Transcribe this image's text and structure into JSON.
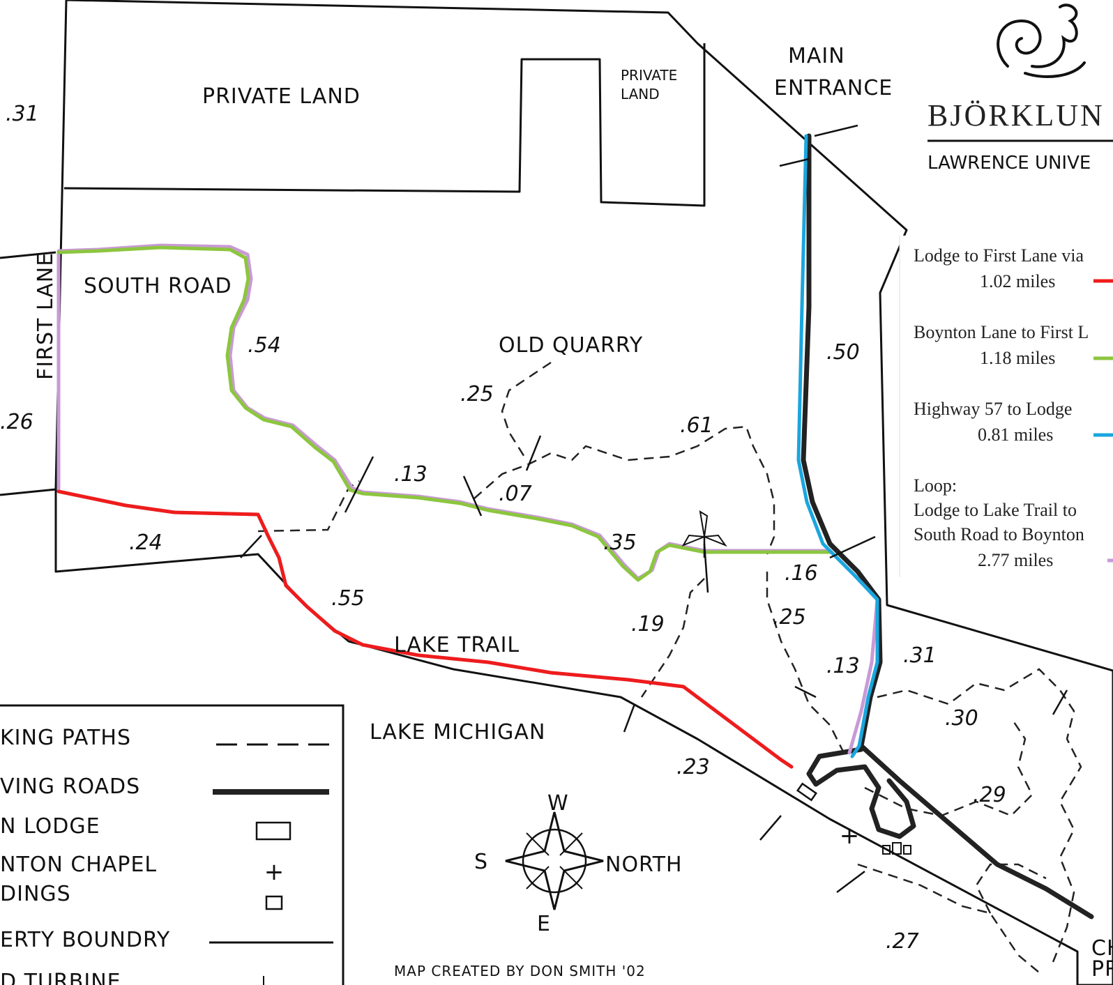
{
  "title": "BJÖRKLUN",
  "subtitle": "LAWRENCE UNIVE",
  "labels": {
    "private_land_1": "PRIVATE LAND",
    "private_land_2_line1": "PRIVATE",
    "private_land_2_line2": "LAND",
    "main_entrance_line1": "MAIN",
    "main_entrance_line2": "ENTRANCE",
    "first_lane": "FIRST LANE",
    "south_road": "SOUTH ROAD",
    "old_quarry": "OLD QUARRY",
    "lake_trail": "LAKE TRAIL",
    "lake_michigan": "LAKE MICHIGAN",
    "map_credit": "MAP CREATED BY DON SMITH '02",
    "bottom_right_line1": "CH",
    "bottom_right_line2": "PR"
  },
  "distances": {
    "d_left_top": ".31",
    "d_left_mid": ".26",
    "d_south_road": ".54",
    "d_entrance": ".50",
    "d_quarry": ".25",
    "d_61": ".61",
    "d_13a": ".13",
    "d_07": ".07",
    "d_24": ".24",
    "d_35": ".35",
    "d_55": ".55",
    "d_16": ".16",
    "d_19": ".19",
    "d_25b": ".25",
    "d_13b": ".13",
    "d_31b": ".31",
    "d_30": ".30",
    "d_23": ".23",
    "d_29": ".29",
    "d_27": ".27"
  },
  "compass": {
    "w": "W",
    "s": "S",
    "e": "E",
    "north": "NORTH"
  },
  "route_legend": [
    {
      "title": "Lodge to First Lane via",
      "distance": "1.02 miles",
      "color": "#ee1c1c"
    },
    {
      "title": "Boynton Lane to First L",
      "distance": "1.18 miles",
      "color": "#8cc63f"
    },
    {
      "title": "Highway 57 to Lodge",
      "distance": "0.81 miles",
      "color": "#1aa6de"
    },
    {
      "title_line1": "Loop:",
      "title_line2": "Lodge to Lake Trail to",
      "title_line3": "South Road to Boynton",
      "distance": "2.77 miles",
      "color": "#c99ad6"
    }
  ],
  "symbol_legend": [
    {
      "label": "KING PATHS",
      "icon": "dashed-line-icon"
    },
    {
      "label": "VING ROADS",
      "icon": "thick-road-icon"
    },
    {
      "label": "N LODGE",
      "icon": "lodge-rectangle-icon"
    },
    {
      "label": "NTON CHAPEL",
      "icon": "chapel-cross-icon"
    },
    {
      "label": "DINGS",
      "icon": "building-square-icon"
    },
    {
      "label": "ERTY BOUNDRY",
      "icon": "solid-line-icon"
    },
    {
      "label": "D TURBINE",
      "icon": "turbine-icon"
    }
  ]
}
